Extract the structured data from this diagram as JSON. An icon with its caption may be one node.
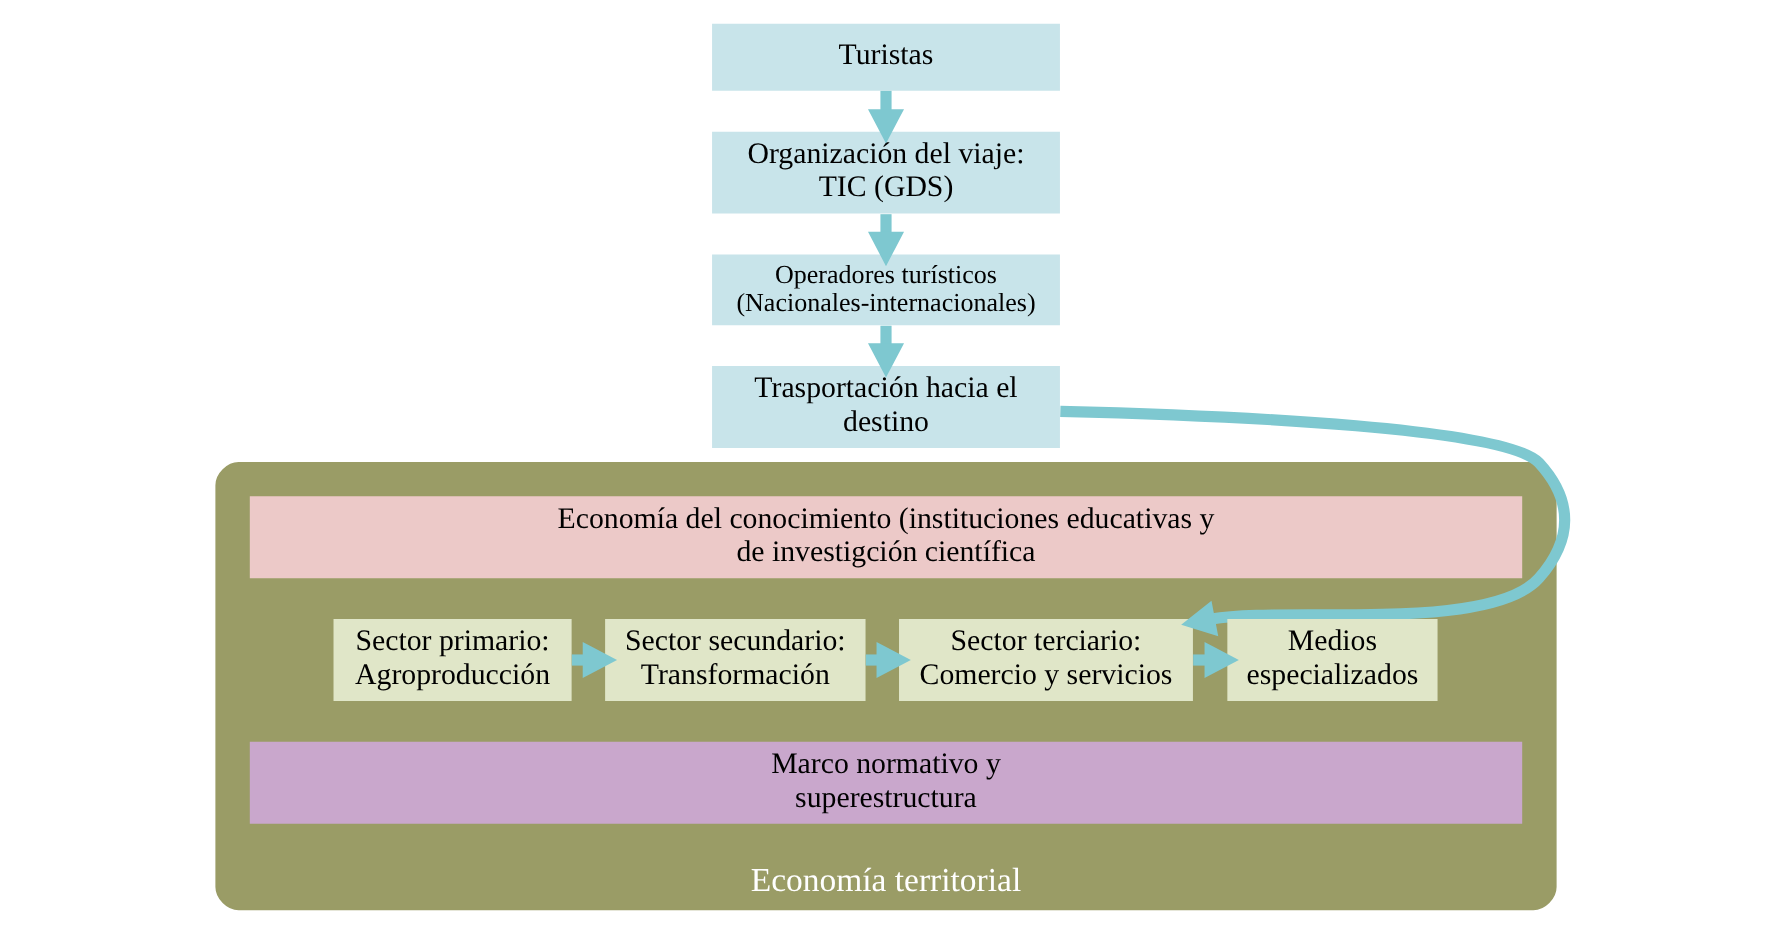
{
  "diagram": {
    "nodes": [
      {
        "text": [
          "Turistas"
        ]
      },
      {
        "text": [
          "Organización del viaje: TIC (GDS)"
        ]
      },
      {
        "text": [
          "Operadores turísticos",
          "(Nacionales-internacionales)"
        ]
      },
      {
        "text": [
          "Trasportación hacia el destino"
        ]
      },
      {
        "text": [
          "Economía territorial"
        ]
      },
      {
        "text": [
          "Economía del conocimiento (instituciones educativas y de investigción científica"
        ],
        "in": 4
      },
      {
        "text": [
          "Sector primario: Agroproducción"
        ],
        "in": 4
      },
      {
        "text": [
          "Sector secundario: Transformación"
        ],
        "in": 4
      },
      {
        "text": [
          "Sector terciario: Comercio y servicios"
        ],
        "in": 4
      },
      {
        "text": [
          "Medios especializados"
        ],
        "in": 4
      },
      {
        "text": [
          "Marco normativo y superestructura"
        ],
        "in": 4
      }
    ],
    "edges": [
      {
        "from": 0,
        "to": 1,
        "arrow": "to"
      },
      {
        "from": 1,
        "to": 2,
        "arrow": "to"
      },
      {
        "from": 2,
        "to": 3,
        "arrow": "to"
      },
      {
        "from": 3,
        "to": 8,
        "arrow": "to"
      },
      {
        "from": 6,
        "to": 7,
        "arrow": "to"
      },
      {
        "from": 7,
        "to": 8,
        "arrow": "to"
      },
      {
        "from": 8,
        "to": 9,
        "arrow": "to"
      }
    ]
  }
}
